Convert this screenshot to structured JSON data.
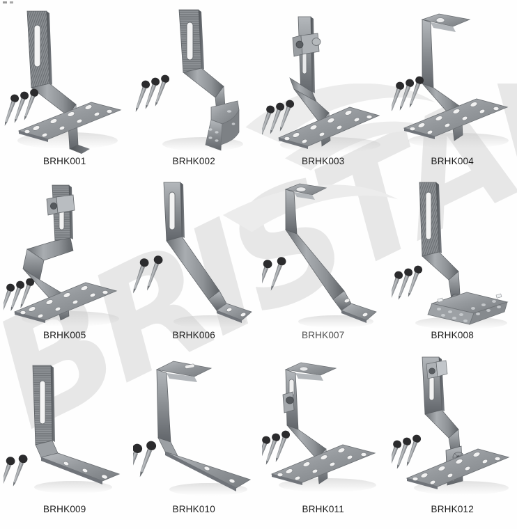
{
  "page": {
    "title": "Solar Roof Hook Bracket Product Grid",
    "background_color": "#ffffff",
    "watermark_text": "BRISTAR",
    "watermark_color": "#e9e9e9",
    "metal_color": "#8f9296",
    "metal_dark": "#5c6064",
    "metal_light": "#c8cbce",
    "label_color": "#1a1a1a"
  },
  "products": [
    {
      "code": "BRHK001",
      "type": "tile-roof-hook-flat-base-slotted",
      "screws": 3,
      "base_holes": 12,
      "has_base_plate": true
    },
    {
      "code": "BRHK002",
      "type": "tile-roof-hook-curved-foot",
      "screws": 3,
      "base_holes": 6,
      "has_base_plate": false
    },
    {
      "code": "BRHK003",
      "type": "adjustable-roof-hook-bolted-upright",
      "screws": 3,
      "base_holes": 12,
      "has_base_plate": true
    },
    {
      "code": "BRHK004",
      "type": "hook-roof-hook-flat-base",
      "screws": 3,
      "base_holes": 12,
      "has_base_plate": true
    },
    {
      "code": "BRHK005",
      "type": "adjustable-slate-hook-serrated",
      "screws": 3,
      "base_holes": 12,
      "has_base_plate": true
    },
    {
      "code": "BRHK006",
      "type": "long-arm-slotted-hook",
      "screws": 2,
      "base_holes": 2,
      "has_base_plate": false
    },
    {
      "code": "BRHK007",
      "type": "long-arm-hook-end-flange",
      "screws": 2,
      "base_holes": 2,
      "has_base_plate": false
    },
    {
      "code": "BRHK008",
      "type": "serrated-adjustable-hook-angle-base",
      "screws": 3,
      "base_holes": 14,
      "has_base_plate": true
    },
    {
      "code": "BRHK009",
      "type": "l-shape-serrated-slotted-hook",
      "screws": 2,
      "base_holes": 3,
      "has_base_plate": false
    },
    {
      "code": "BRHK010",
      "type": "l-shape-hook-flange-top",
      "screws": 2,
      "base_holes": 2,
      "has_base_plate": false
    },
    {
      "code": "BRHK011",
      "type": "adjustable-hook-flat-base-slot",
      "screws": 3,
      "base_holes": 12,
      "has_base_plate": true
    },
    {
      "code": "BRHK012",
      "type": "double-adjustable-serrated-hook",
      "screws": 3,
      "base_holes": 12,
      "has_base_plate": true
    }
  ]
}
